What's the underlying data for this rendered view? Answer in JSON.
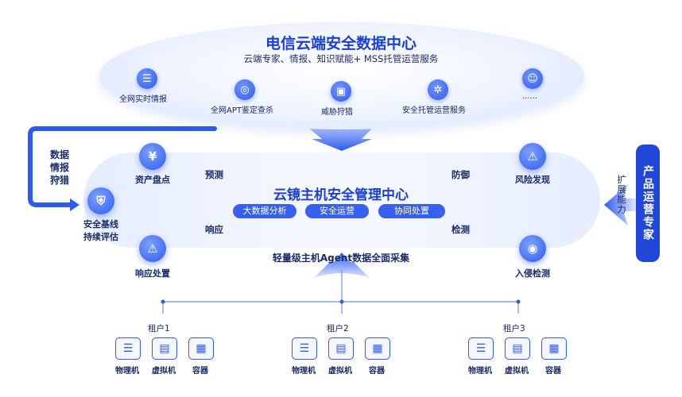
{
  "header": {
    "title": "电信云端安全数据中心",
    "subtitle": "云端专家、情报、知识赋能+ MSS托管运营服务"
  },
  "top_items": [
    {
      "label": "全网实时情报",
      "icon": "document-list-icon"
    },
    {
      "label": "全网APT鉴定查杀",
      "icon": "target-icon"
    },
    {
      "label": "威胁狩猎",
      "icon": "chip-icon"
    },
    {
      "label": "安全托管运营服务",
      "icon": "network-icon"
    },
    {
      "label": "......",
      "icon": "users-icon"
    }
  ],
  "left_side": {
    "vertical_label": [
      "数据",
      "情报",
      "狩猎"
    ],
    "items": [
      {
        "label": "资产盘点",
        "icon": "coin-stack-icon"
      },
      {
        "label_line1": "安全基线",
        "label_line2": "持续评估",
        "icon": "shield-plus-icon"
      },
      {
        "label": "响应处置",
        "icon": "alarm-light-icon"
      }
    ]
  },
  "right_side": {
    "items": [
      {
        "label": "风险发现",
        "icon": "warning-search-icon"
      },
      {
        "label": "入侵检测",
        "icon": "radar-icon"
      }
    ],
    "expand_label": "扩展能力",
    "expert_box": "产品运营专家"
  },
  "center": {
    "title": "云镜主机安全管理中心",
    "pills": [
      "大数据分析",
      "安全运营",
      "协同处置"
    ],
    "cycle": {
      "top_left": "预测",
      "top_right": "防御",
      "bottom_right": "检测",
      "bottom_left": "响应"
    }
  },
  "agent_label": "轻量级主机Agent数据全面采集",
  "tenants": [
    {
      "name": "租户1",
      "devices": [
        "物理机",
        "虚拟机",
        "容器"
      ]
    },
    {
      "name": "租户2",
      "devices": [
        "物理机",
        "虚拟机",
        "容器"
      ]
    },
    {
      "name": "租户3",
      "devices": [
        "物理机",
        "虚拟机",
        "容器"
      ]
    }
  ],
  "colors": {
    "primary": "#2d5bef",
    "dark_blue": "#1b3fd6",
    "text": "#1a2b6b"
  }
}
